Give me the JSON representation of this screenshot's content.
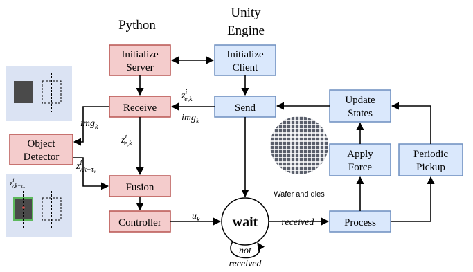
{
  "headers": {
    "python": "Python",
    "unity_line1": "Unity",
    "unity_line2": "Engine"
  },
  "python_blocks": {
    "init_server": [
      "Initialize",
      "Server"
    ],
    "receive": "Receive",
    "fusion": "Fusion",
    "controller": "Controller"
  },
  "detector_block": [
    "Object",
    "Detector"
  ],
  "unity_blocks": {
    "init_client": [
      "Initialize",
      "Client"
    ],
    "send": "Send",
    "update_states": [
      "Update",
      "States"
    ],
    "apply_force": [
      "Apply",
      "Force"
    ],
    "periodic_pickup": [
      "Periodic",
      "Pickup"
    ],
    "process": "Process"
  },
  "wait_node": "wait",
  "edge_labels": {
    "send_to_receive_top": "z",
    "send_to_receive_top_sup": "i",
    "send_to_receive_top_sub": "e,k",
    "send_to_receive_bottom": "img",
    "send_to_receive_bottom_sub": "k",
    "receive_to_detector": "img",
    "receive_to_detector_sub": "k",
    "receive_to_fusion": "z",
    "receive_to_fusion_sup": "i",
    "receive_to_fusion_sub": "e,k",
    "detector_to_fusion": "z",
    "detector_to_fusion_sup": "i",
    "detector_to_fusion_sub": "v,k−τ",
    "detector_to_fusion_subsub": "v",
    "controller_to_wait": "u",
    "controller_to_wait_sub": "k",
    "wait_to_process": "received",
    "wait_loop": [
      "not",
      "received"
    ]
  },
  "thumbnail_bottom_label": "z",
  "thumbnail_bottom_sup": "i",
  "thumbnail_bottom_sub": "v,k−τ",
  "thumbnail_bottom_subsub": "v",
  "wafer_caption": "Wafer and dies",
  "colors": {
    "python_fill": "#f4cccc",
    "python_stroke": "#b85450",
    "unity_fill": "#dae8fc",
    "unity_stroke": "#6c8ebf",
    "thumb_bg": "#dbe3f3",
    "die_dark": "#4a4a4a",
    "die_green": "#5cb85c"
  }
}
